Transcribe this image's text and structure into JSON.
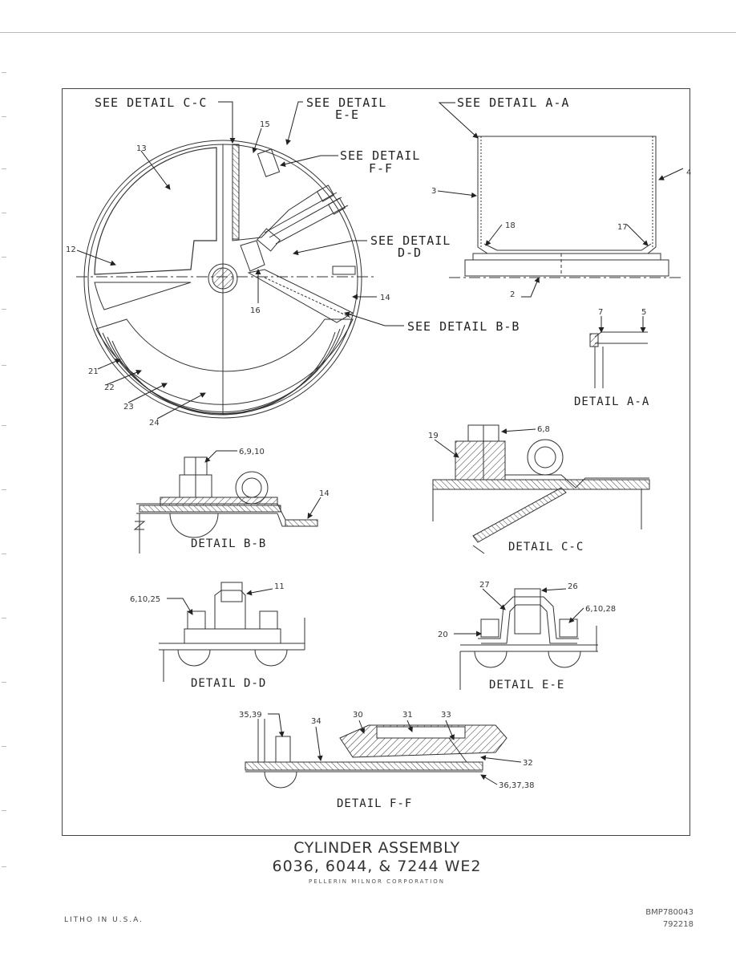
{
  "callouts": {
    "see_cc": "SEE DETAIL C-C",
    "see_ee_1": "SEE DETAIL",
    "see_ee_2": "E-E",
    "see_aa": "SEE DETAIL A-A",
    "see_ff_1": "SEE DETAIL",
    "see_ff_2": "F-F",
    "see_dd_1": "SEE DETAIL",
    "see_dd_2": "D-D",
    "see_bb": "SEE DETAIL B-B"
  },
  "part_numbers": {
    "n2": "2",
    "n3": "3",
    "n4": "4",
    "n5": "5",
    "n7": "7",
    "n12": "12",
    "n13": "13",
    "n14": "14",
    "n14b": "14",
    "n15": "15",
    "n16": "16",
    "n17": "17",
    "n18": "18",
    "n19": "19",
    "n20": "20",
    "n21": "21",
    "n22": "22",
    "n23": "23",
    "n24": "24",
    "n26": "26",
    "n27": "27",
    "n30": "30",
    "n31": "31",
    "n32": "32",
    "n33": "33",
    "n34": "34",
    "n11": "11",
    "g_6_8": "6,8",
    "g_6_9_10": "6,9,10",
    "g_6_10_25": "6,10,25",
    "g_6_10_28": "6,10,28",
    "g_35_39": "35,39",
    "g_36_37_38": "36,37,38"
  },
  "detail_labels": {
    "aa": "DETAIL A-A",
    "bb": "DETAIL B-B",
    "cc": "DETAIL C-C",
    "dd": "DETAIL D-D",
    "ee": "DETAIL E-E",
    "ff": "DETAIL F-F"
  },
  "title_block": {
    "title": "CYLINDER ASSEMBLY",
    "models": "6036, 6044, & 7244 WE2",
    "company": "PELLERIN MILNOR CORPORATION"
  },
  "footer": {
    "litho": "LITHO IN U.S.A.",
    "doc_number": "BMP780043",
    "date_code": "792218"
  }
}
